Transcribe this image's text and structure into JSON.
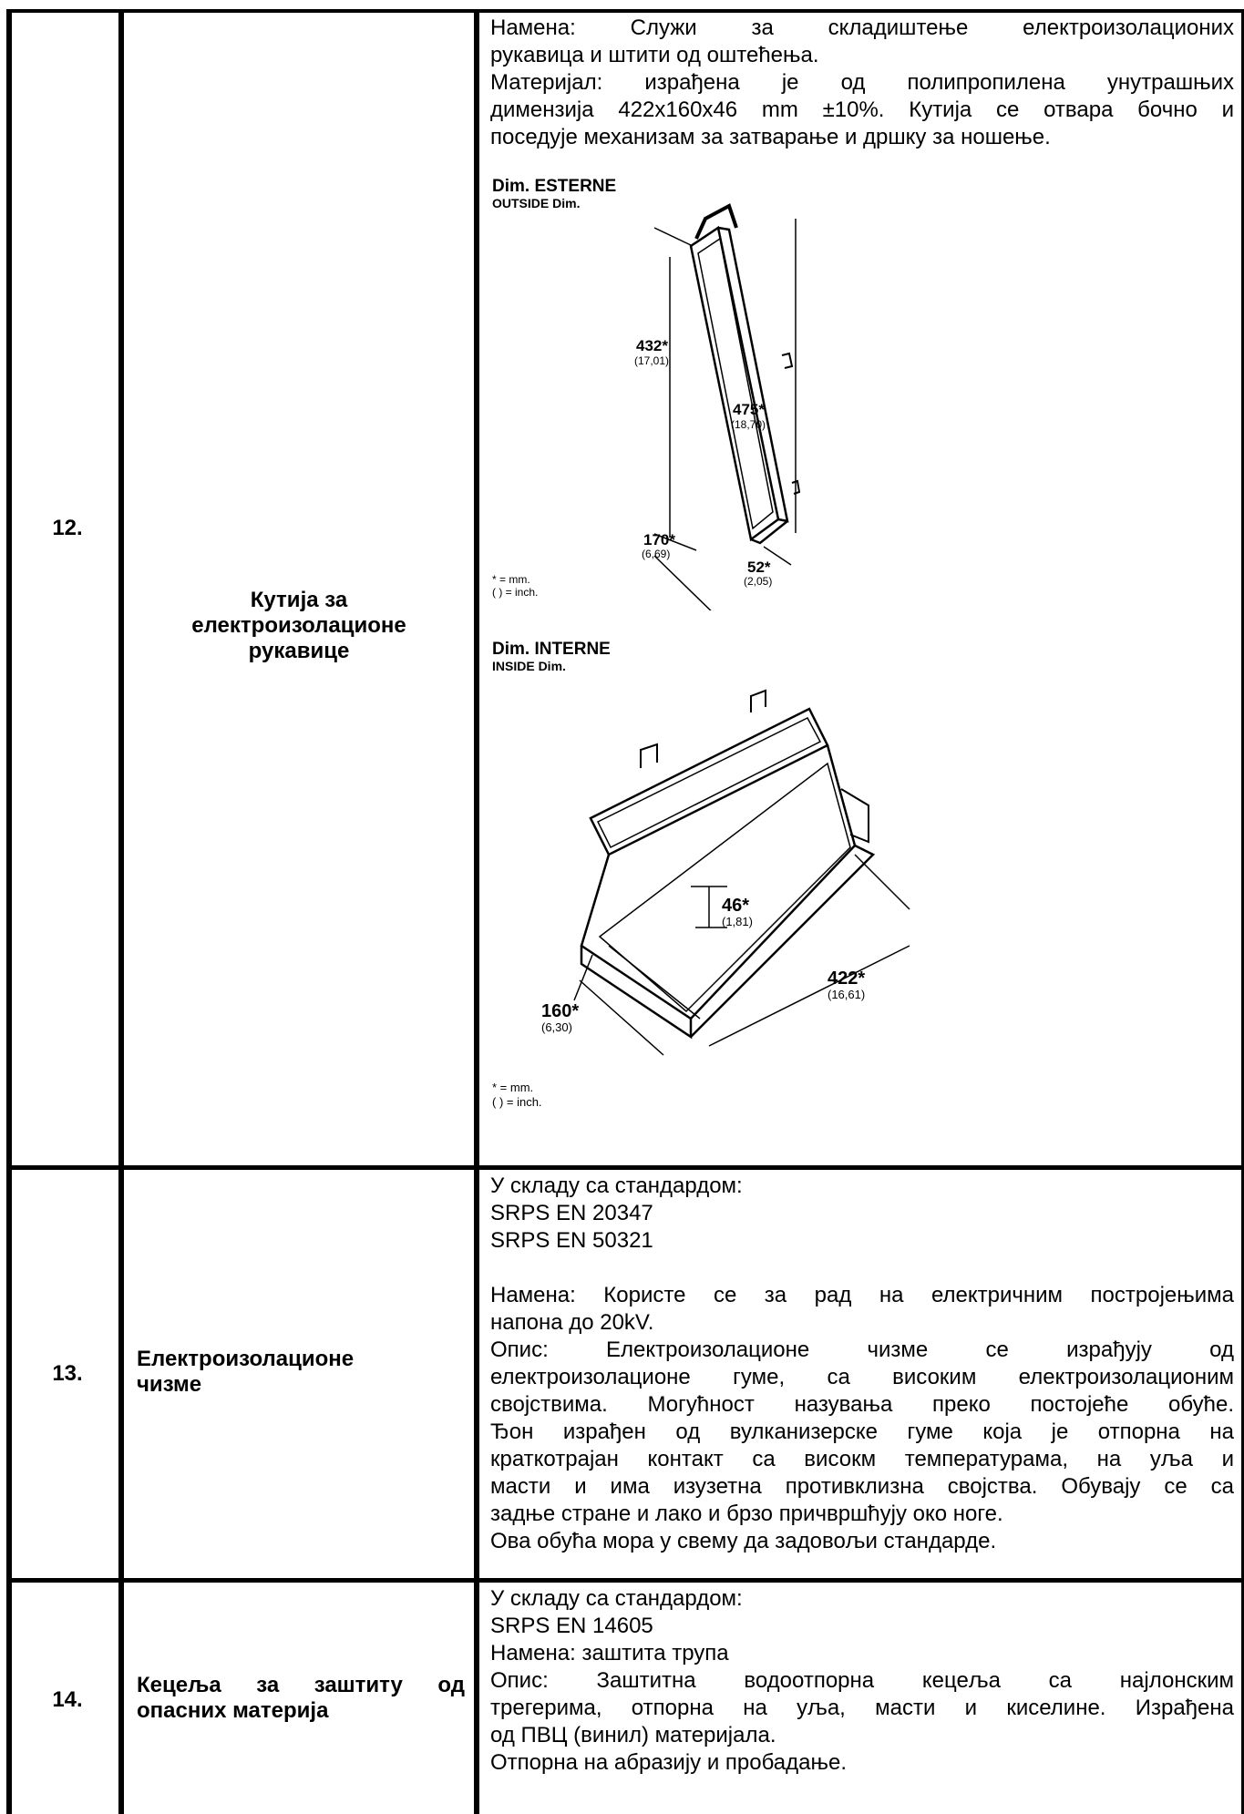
{
  "rows": [
    {
      "number": "12.",
      "name_lines": [
        "Кутија за",
        "електроизолационе",
        "рукавице"
      ],
      "desc": {
        "line1": "Намена: Служи за складиштење електроизолационих",
        "line2": "рукавица и штити од оштећења.",
        "line3": "Материјал: израђена је од полипропилена унутрашњих",
        "line4": "димензија 422x160x46 mm ±10%. Кутија се отвара бочно и",
        "line5": "поседује механизам за затварање и дршку за ношење."
      },
      "figure_outside": {
        "title": "Dim. ESTERNE",
        "subtitle": "OUTSIDE Dim.",
        "dim_432": "432*",
        "dim_432_in": "(17,01)",
        "dim_475": "475*",
        "dim_475_in": "(18,70)",
        "dim_170": "170*",
        "dim_170_in": "(6,69)",
        "dim_52": "52*",
        "dim_52_in": "(2,05)",
        "legend_mm": "* = mm.",
        "legend_inch": "( ) = inch."
      },
      "figure_inside": {
        "title": "Dim. INTERNE",
        "subtitle": "INSIDE Dim.",
        "dim_46": "46*",
        "dim_46_in": "(1,81)",
        "dim_422": "422*",
        "dim_422_in": "(16,61)",
        "dim_160": "160*",
        "dim_160_in": "(6,30)",
        "legend_mm": "* = mm.",
        "legend_inch": "( ) = inch."
      }
    },
    {
      "number": "13.",
      "name_lines": [
        "Електроизолационе",
        "чизме"
      ],
      "desc": {
        "line1": "У складу са стандардом:",
        "line2": "SRPS EN 20347",
        "line3": "SRPS EN 50321",
        "line4": "Намена: Користе се за рад на електричним постројењима",
        "line5": "напона до 20kV.",
        "line6": "Опис: Електроизолационе чизме се израђују од",
        "line7": "електроизолационе гуме, са високим електроизолационим",
        "line8": "својствима. Могућност назувања преко постојеће обуће.",
        "line9": "Ђон израђен од вулканизерске гуме која је отпорна на",
        "line10": "краткотрајан контакт са високм температурама, на уља и",
        "line11": "масти и има изузетна противклизна својства. Обувају се са",
        "line12": "задње стране и лако и брзо причвршћују око ноге.",
        "line13": "Ова обућа мора у свему да задовољи стандарде."
      }
    },
    {
      "number": "14.",
      "name_lines": [
        "Кецеља за заштиту од",
        "опасних материја"
      ],
      "desc": {
        "line1": "У складу са стандардом:",
        "line2": "SRPS EN 14605",
        "line3": "Намена: заштита трупа",
        "line4": "Опис: Заштитна водоотпорна кецеља са најлонским",
        "line5": "трегерима, отпорна на уља, масти и киселине. Израђена",
        "line6": "од ПВЦ (винил) материјала.",
        "line7": "Отпорна на абразију и пробадање."
      }
    }
  ]
}
